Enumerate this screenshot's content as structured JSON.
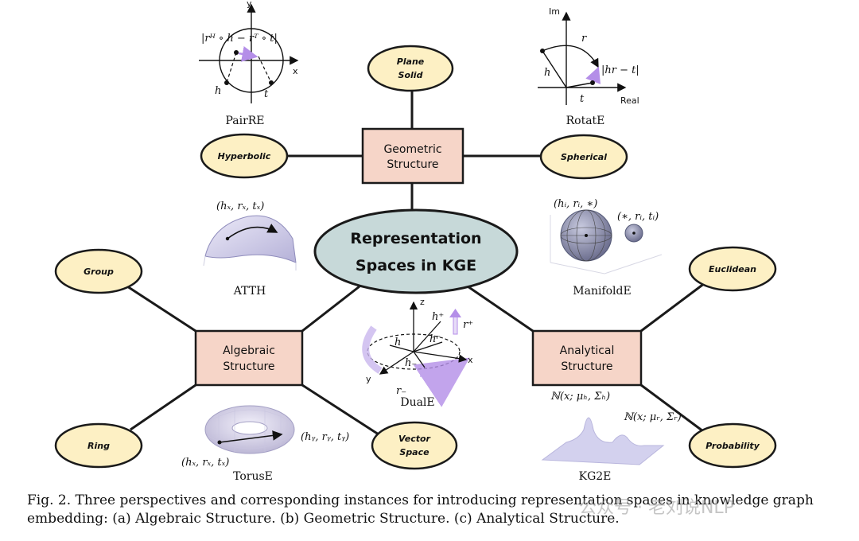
{
  "colors": {
    "oval_fill": "#fdf0c4",
    "box_fill": "#f6d5c8",
    "center_fill": "#c7d9d9",
    "line": "#1a1a1a",
    "accent": "#b48ee8"
  },
  "center": {
    "line1": "Representation",
    "line2": "Spaces in KGE"
  },
  "structures": {
    "geometric": {
      "line1": "Geometric",
      "line2": "Structure"
    },
    "algebraic": {
      "line1": "Algebraic",
      "line2": "Structure"
    },
    "analytical": {
      "line1": "Analytical",
      "line2": "Structure"
    }
  },
  "spaces": {
    "plane_solid": {
      "line1": "Plane",
      "line2": "Solid"
    },
    "hyperbolic": "Hyperbolic",
    "spherical": "Spherical",
    "group": "Group",
    "ring": "Ring",
    "vector_space": {
      "line1": "Vector",
      "line2": "Space"
    },
    "euclidean": "Euclidean",
    "probability": "Probability"
  },
  "models": {
    "pairre": {
      "name": "PairRE",
      "x_axis": "x",
      "y_axis": "y",
      "formula": "|rᴴ ∘ h − rᵀ ∘ t|",
      "h": "h",
      "t": "t"
    },
    "rotate": {
      "name": "RotatE",
      "im_axis": "Im",
      "real_axis": "Real",
      "r": "r",
      "h": "h",
      "t": "t",
      "formula": "|hr − t|"
    },
    "atth": {
      "name": "ATTH",
      "formula": "(hₓ, rₓ, tₓ)"
    },
    "manifolde": {
      "name": "ManifoldE",
      "formula_left": "(hᵢ, rᵢ, ∗)",
      "formula_right": "(∗, rᵢ, tᵢ)"
    },
    "duale": {
      "name": "DualE",
      "z": "z",
      "x": "x",
      "y": "y",
      "h": "h",
      "h_plus": "h⁺",
      "h_r": "hʳ",
      "h_minus": "h₋",
      "r_plus": "r⁺",
      "r_minus": "r₋"
    },
    "toruse": {
      "name": "TorusE",
      "formula_top": "(hᵧ, rᵧ, tᵧ)",
      "formula_bottom": "(hₓ, rₓ, tₓ)"
    },
    "kg2e": {
      "name": "KG2E",
      "formula_h": "ℕ(x; μₕ, Σₕ)",
      "formula_r": "ℕ(x; μᵣ, Σᵣ)"
    }
  },
  "caption": "Fig. 2.  Three perspectives and corresponding instances for introducing representation spaces in knowledge graph embedding: (a) Algebraic Structure. (b) Geometric Structure. (c) Analytical Structure.",
  "watermark": "公众号 · 老刘说NLP"
}
